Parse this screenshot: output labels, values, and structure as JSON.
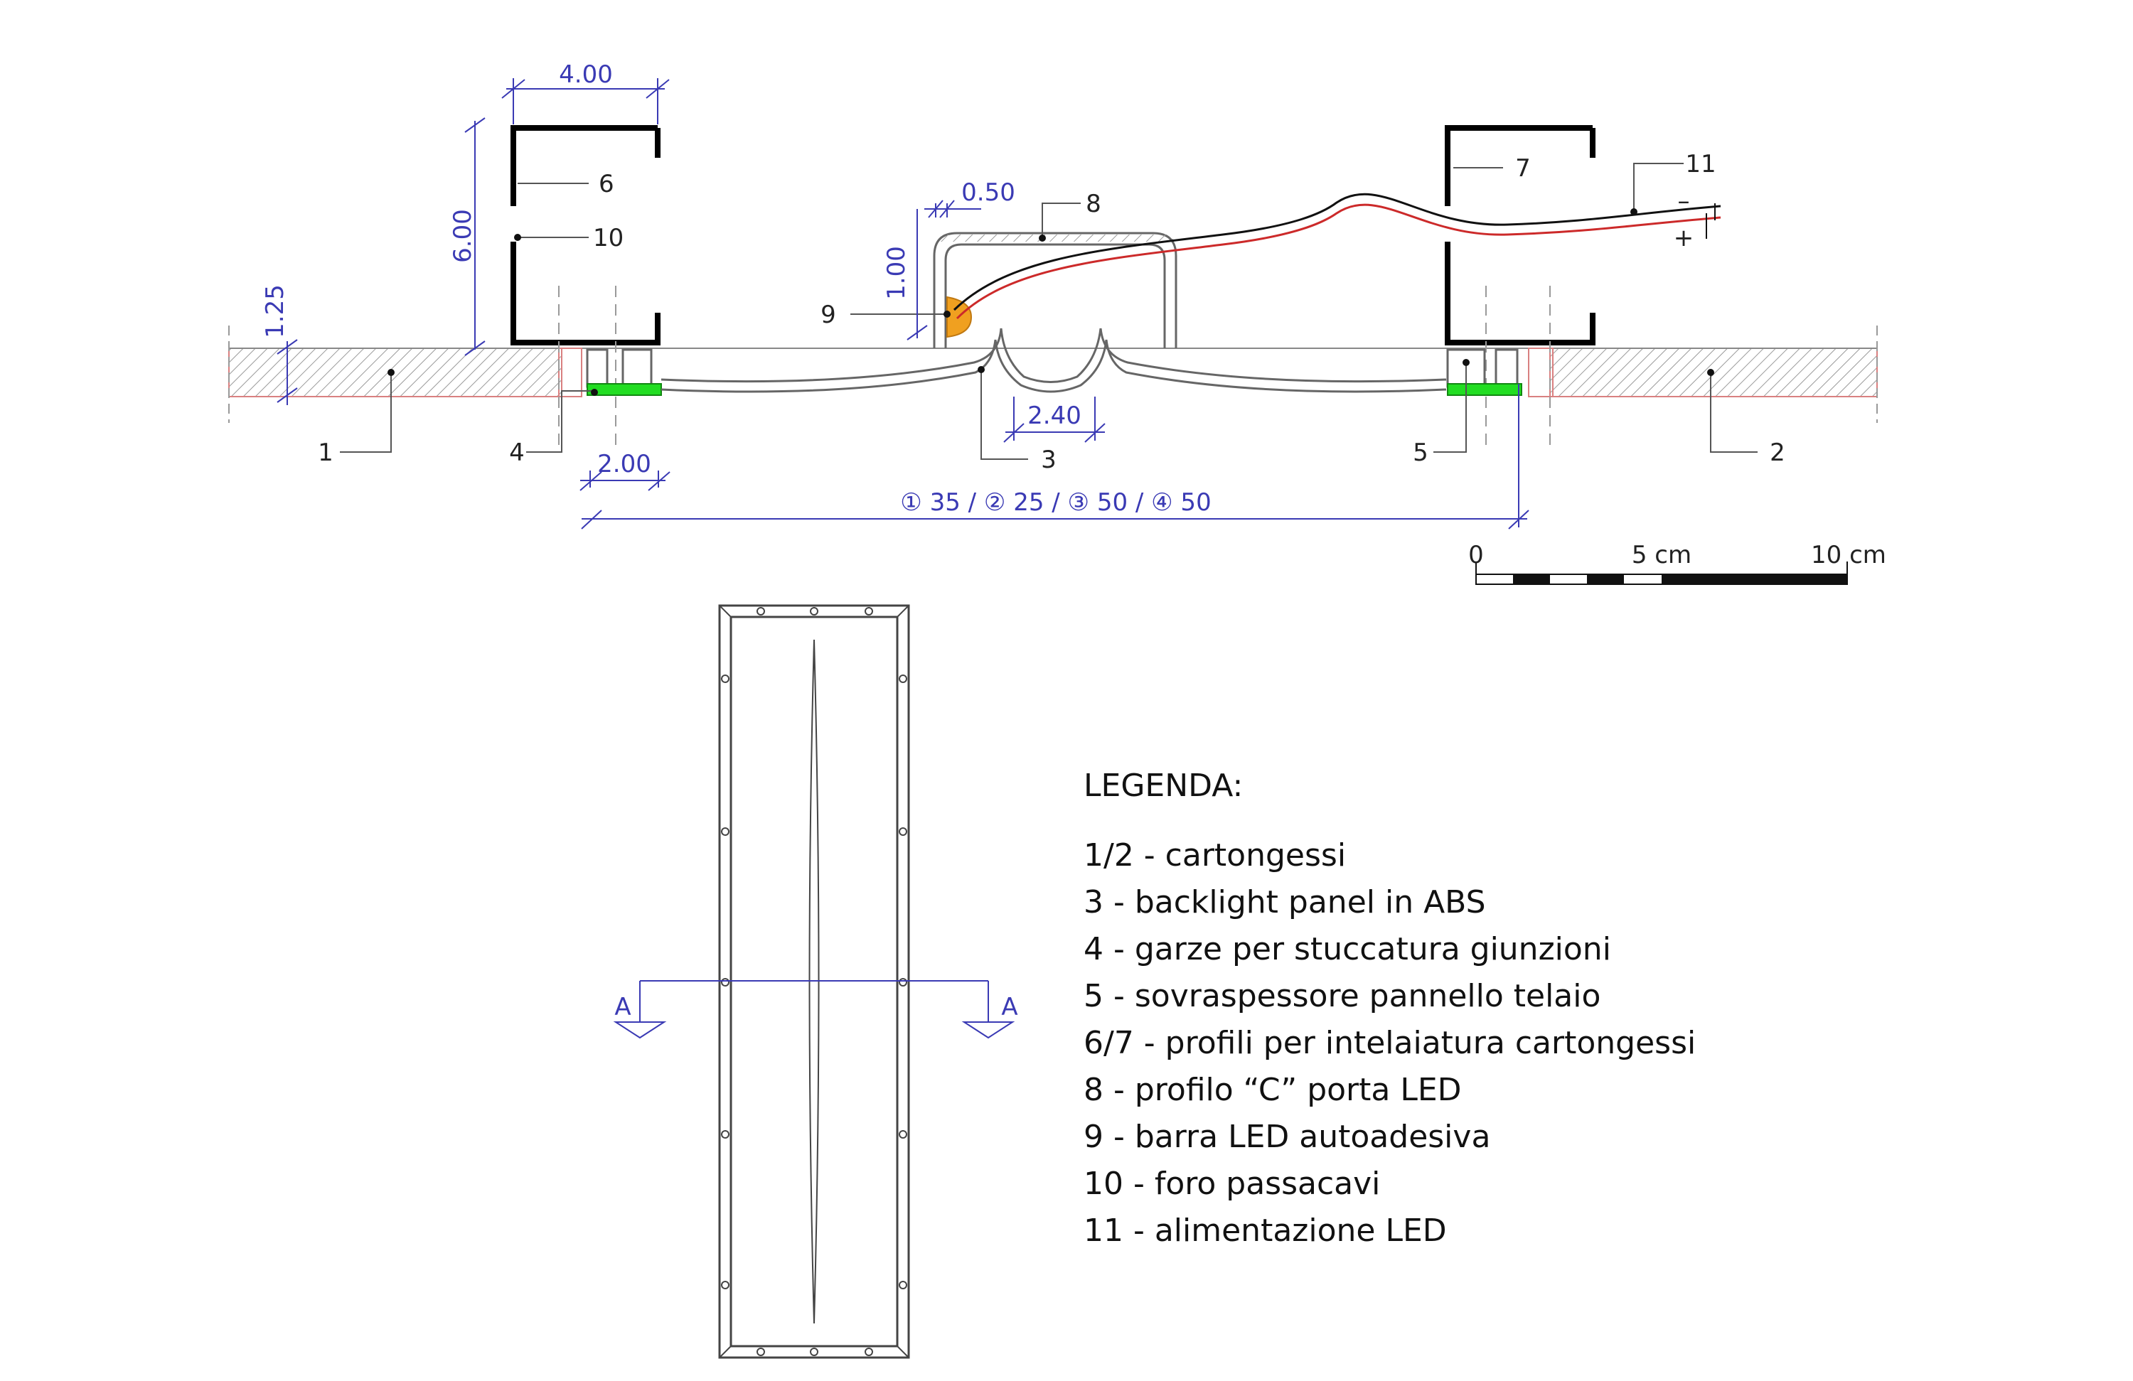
{
  "section": {
    "dimensions": {
      "c_profile_width": "4.00",
      "c_profile_height": "6.00",
      "board_thickness": "1.25",
      "led_profile_thickness": "0.50",
      "led_offset": "1.00",
      "gauze_width": "2.00",
      "panel_gap": "2.40",
      "overall": "① 35 / ② 25 / ③ 50 / ④ 50"
    },
    "callouts": {
      "c1": "1",
      "c2": "2",
      "c3": "3",
      "c4": "4",
      "c5": "5",
      "c6": "6",
      "c7": "7",
      "c8": "8",
      "c9": "9",
      "c10": "10",
      "c11": "11"
    },
    "polarity": {
      "minus": "–",
      "plus": "+"
    },
    "scale": {
      "zero": "0",
      "mid": "5 cm",
      "max": "10 cm"
    },
    "colors": {
      "led_strip": "#f0a020",
      "gauze": "#22dd22",
      "wire_red": "#cc2a2a",
      "dimension": "#3a3ab4"
    }
  },
  "plan": {
    "section_mark_left": "A",
    "section_mark_right": "A"
  },
  "legend": {
    "title": "LEGENDA:",
    "items": [
      "1/2 - cartongessi",
      "3 - backlight panel in ABS",
      "4 - garze per stuccatura giunzioni",
      "5 - sovraspessore pannello telaio",
      "6/7 - profili per intelaiatura cartongessi",
      "8 - profilo “C” porta LED",
      "9 - barra LED autoadesiva",
      "10 - foro passacavi",
      "11 - alimentazione LED"
    ]
  }
}
